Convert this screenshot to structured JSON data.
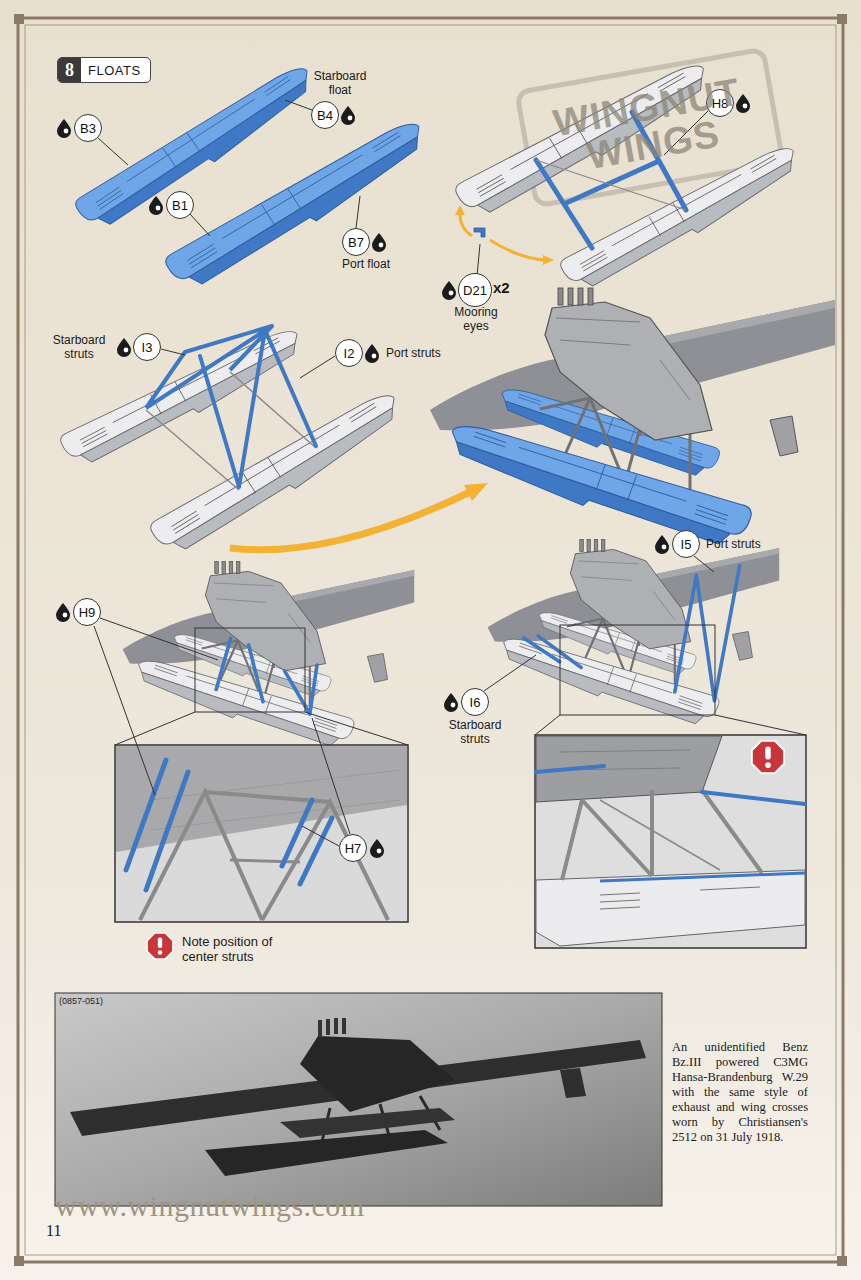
{
  "diagram": {
    "caption": "An unidentified Benz Bz.III powered C3MG Hansa-Brandenburg W.29 with the same style of exhaust and wing crosses worn by Christiansen's 2512 on 31 July 1918.",
    "nodes": [
      {
        "text": [
          "8",
          "FLOATS"
        ]
      },
      {
        "text": [
          "B3"
        ]
      },
      {
        "text": [
          "B4"
        ]
      },
      {
        "text": [
          "B1"
        ]
      },
      {
        "text": [
          "B7"
        ]
      },
      {
        "text": [
          "H8"
        ]
      },
      {
        "text": [
          "D21"
        ]
      },
      {
        "text": [
          "I3"
        ]
      },
      {
        "text": [
          "I2"
        ]
      },
      {
        "text": [
          "H9"
        ]
      },
      {
        "text": [
          "H7"
        ]
      },
      {
        "text": [
          "I5"
        ]
      },
      {
        "text": [
          "I6"
        ]
      }
    ],
    "labels": [
      "Starboard float",
      "Port float",
      "x2",
      "Mooring eyes",
      "Starboard struts",
      "Port struts",
      "WINGNUT WINGS",
      "Port struts",
      "Starboard struts",
      "Note position of center struts",
      "(0857-051)",
      "www.wingnutwings.com",
      "11"
    ]
  }
}
